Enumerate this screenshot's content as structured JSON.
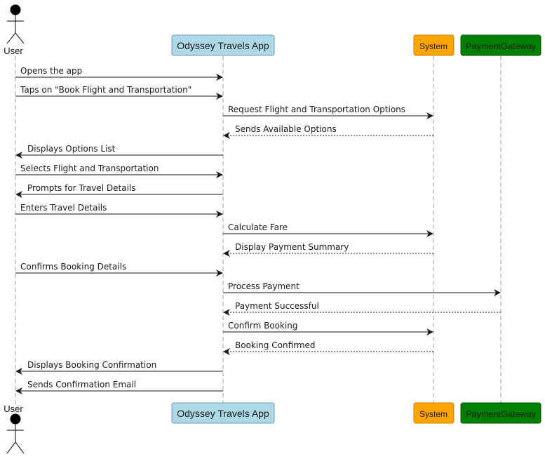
{
  "diagram": {
    "participants": [
      {
        "id": "user",
        "label": "User",
        "type": "actor"
      },
      {
        "id": "app",
        "label": "Odyssey Travels App",
        "type": "box",
        "fill": "#add8e6",
        "border": "#6b9fb3"
      },
      {
        "id": "system",
        "label": "System",
        "type": "box",
        "fill": "#ffa500",
        "border": "#c97f00"
      },
      {
        "id": "gateway",
        "label": "PaymentGateway",
        "type": "box",
        "fill": "#008000",
        "border": "#005a00"
      }
    ],
    "messages": [
      {
        "from": "user",
        "to": "app",
        "label": "Opens the app",
        "style": "solid"
      },
      {
        "from": "user",
        "to": "app",
        "label": "Taps on \"Book Flight and Transportation\"",
        "style": "solid"
      },
      {
        "from": "app",
        "to": "system",
        "label": "Request Flight and Transportation Options",
        "style": "solid"
      },
      {
        "from": "system",
        "to": "app",
        "label": "Sends Available Options",
        "style": "dashed"
      },
      {
        "from": "app",
        "to": "user",
        "label": "Displays Options List",
        "style": "solid"
      },
      {
        "from": "user",
        "to": "app",
        "label": "Selects Flight and Transportation",
        "style": "solid"
      },
      {
        "from": "app",
        "to": "user",
        "label": "Prompts for Travel Details",
        "style": "solid"
      },
      {
        "from": "user",
        "to": "app",
        "label": "Enters Travel Details",
        "style": "solid"
      },
      {
        "from": "app",
        "to": "system",
        "label": "Calculate Fare",
        "style": "solid"
      },
      {
        "from": "system",
        "to": "app",
        "label": "Display Payment Summary",
        "style": "dashed"
      },
      {
        "from": "user",
        "to": "app",
        "label": "Confirms Booking Details",
        "style": "solid"
      },
      {
        "from": "app",
        "to": "gateway",
        "label": "Process Payment",
        "style": "solid"
      },
      {
        "from": "gateway",
        "to": "app",
        "label": "Payment Successful",
        "style": "dashed"
      },
      {
        "from": "app",
        "to": "system",
        "label": "Confirm Booking",
        "style": "solid"
      },
      {
        "from": "system",
        "to": "app",
        "label": "Booking Confirmed",
        "style": "dashed"
      },
      {
        "from": "app",
        "to": "user",
        "label": "Displays Booking Confirmation",
        "style": "solid"
      },
      {
        "from": "app",
        "to": "user",
        "label": "Sends Confirmation Email",
        "style": "solid"
      }
    ]
  }
}
